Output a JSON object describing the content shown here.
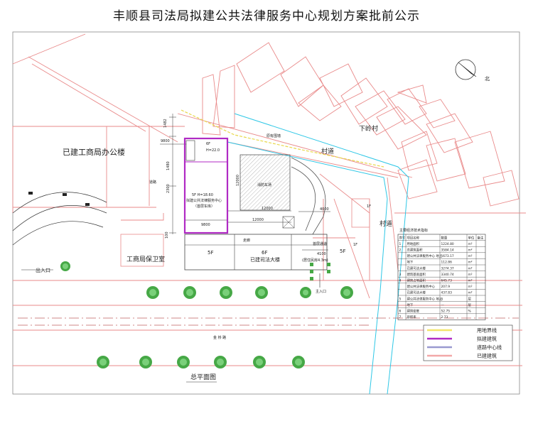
{
  "title": "丰顺县司法局拟建公共法律服务中心规划方案批前公示",
  "labels": {
    "north": "北",
    "office_building": "已建工商局办公楼",
    "xialing_village": "下岭村",
    "village_road_top": "村道",
    "village_road_right": "村道",
    "existing_wall": "原有围墙",
    "security_room": "工商局保卫室",
    "entrance_left": "出入口",
    "entrance_main": "主入口",
    "parking": "消防车场",
    "proposed_main_1": "5F H=18.60",
    "proposed_main_2": "拟建公共法律服务中心",
    "proposed_main_3": "（首层车库）",
    "proposed_small_1": "6F",
    "proposed_small_2": "H=22.0",
    "existing_6f": "6F",
    "existing_judicial": "已建司法大楼",
    "building_5f_left": "5F",
    "building_5f_right": "5F",
    "building_1f_a": "1F",
    "building_1f_b": "1F",
    "corridor": "走廊",
    "fire_lane": "首层通道",
    "residence": "(居住民房4.3m)",
    "cun_dao_road": "金 桥 路",
    "plan_caption": "总平面图",
    "line_label": "道路"
  },
  "dims": {
    "d_9800_top": "9800",
    "d_9800_bottom": "9800",
    "d_1482": "1482",
    "d_1480": "1480",
    "d_2300": "2300",
    "d_12000_mid": "12000",
    "d_12000_v": "12000",
    "d_12000_low": "12000",
    "d_4000": "4000",
    "d_4100": "4100",
    "d_100": "100"
  },
  "table": {
    "title": "主要经济技术指标",
    "headers": [
      "序号",
      "项目名称",
      "数量",
      "单位",
      "备注"
    ],
    "rows": [
      [
        "1",
        "用地面积",
        "1224.80",
        "m²",
        ""
      ],
      [
        "2",
        "总建筑面积",
        "3584.14",
        "m²",
        ""
      ],
      [
        "",
        "建公共法律服务中心 地上",
        "1673.17",
        "m²",
        ""
      ],
      [
        "",
        "地下",
        "112.86",
        "m²",
        ""
      ],
      [
        "",
        "已建司法大楼",
        "3274.37",
        "m²",
        ""
      ],
      [
        "3",
        "建筑基底面积",
        "3340.74",
        "m²",
        ""
      ],
      [
        "4",
        "建筑占地面积",
        "645.73",
        "m²",
        ""
      ],
      [
        "",
        "建公共法律服务中心",
        "207.9",
        "m²",
        ""
      ],
      [
        "",
        "已建司法大楼",
        "437.83",
        "m²",
        ""
      ],
      [
        "5",
        "建公共法律服务中心 地上",
        "5",
        "层",
        ""
      ],
      [
        "",
        "地下",
        "—",
        "层",
        ""
      ],
      [
        "6",
        "建筑密度",
        "52.75",
        "%",
        ""
      ],
      [
        "7",
        "容积率",
        "2.73",
        "",
        ""
      ]
    ]
  },
  "legend": [
    {
      "color": "#f2e56c",
      "text": "用地界线"
    },
    {
      "color": "#b02ac4",
      "text": "拟建建筑"
    },
    {
      "color": "#9a9ad0",
      "text": "道路中心线"
    },
    {
      "color": "#f2a8a8",
      "text": "已建建筑"
    }
  ],
  "colors": {
    "pink": "#e98a8a",
    "cyan": "#2ec7e6",
    "magenta": "#b02ac4",
    "yellow": "#e8d84a",
    "green": "#46a846",
    "road": "#c06060"
  }
}
